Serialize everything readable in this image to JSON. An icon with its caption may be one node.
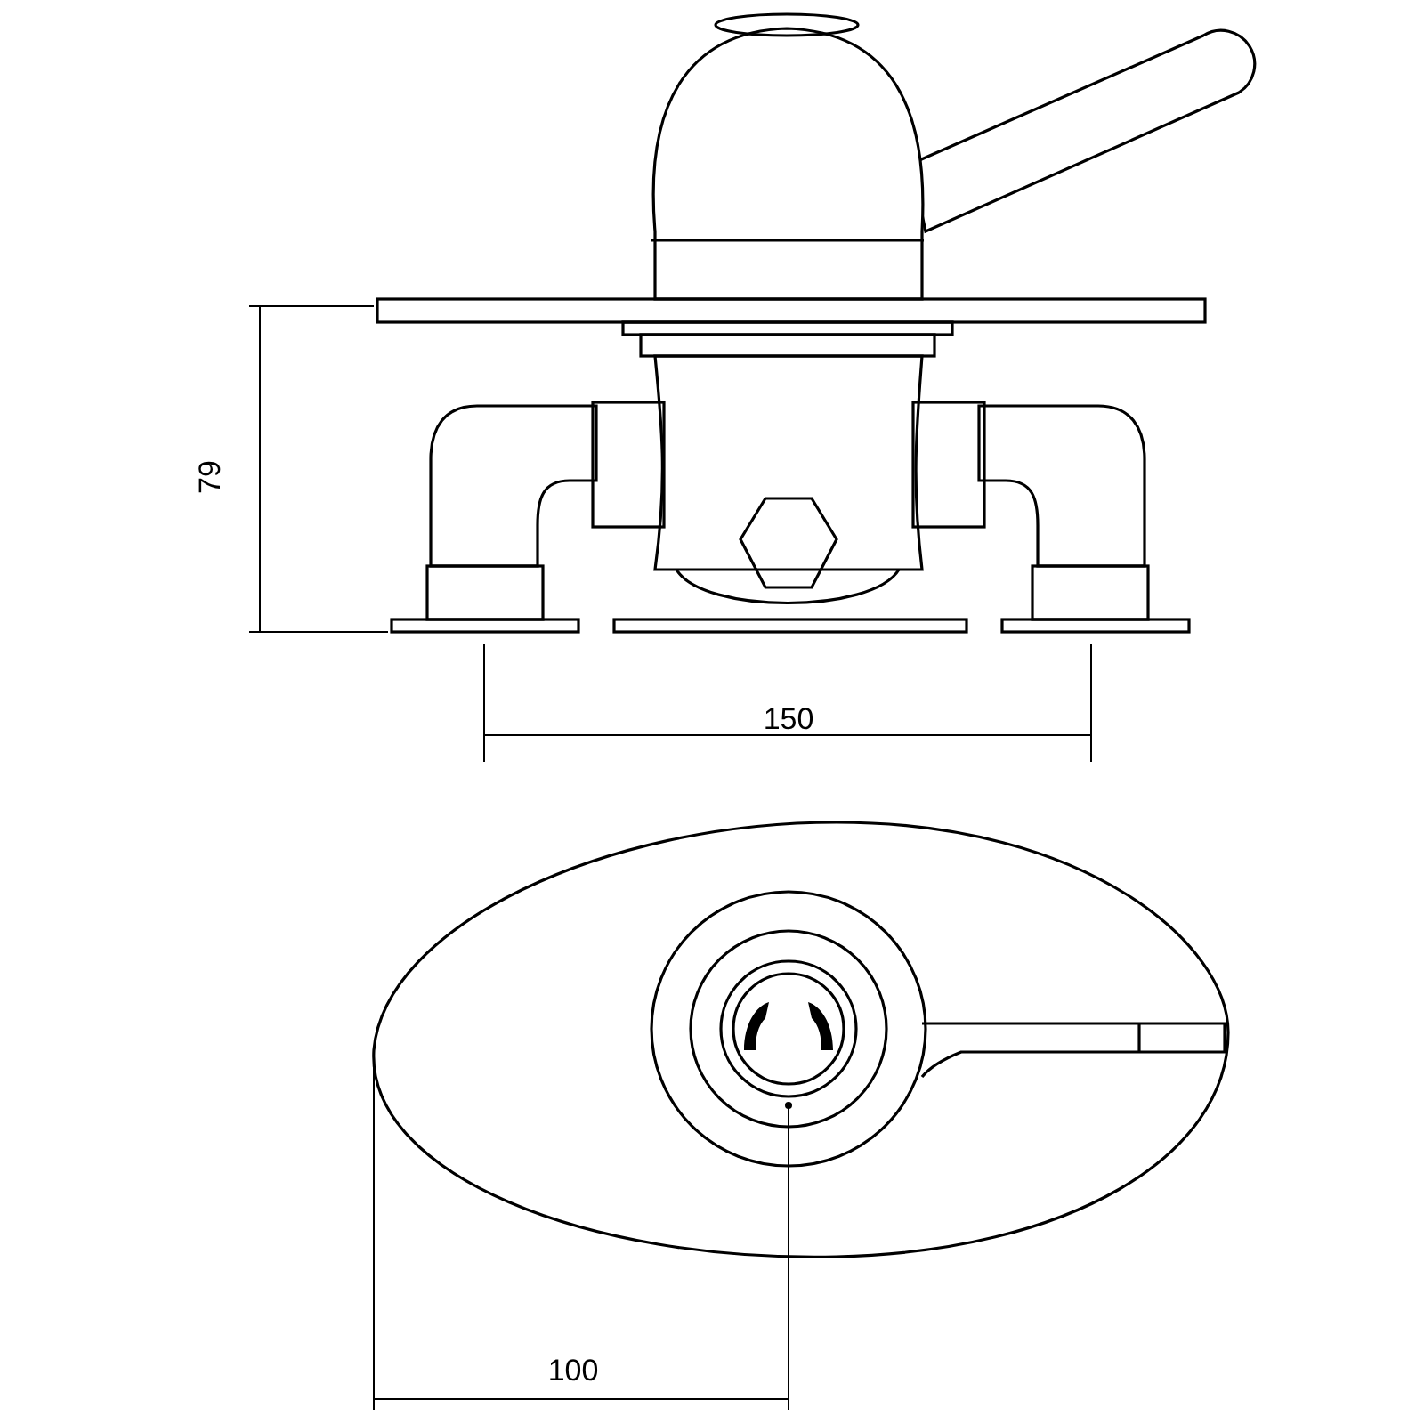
{
  "diagram": {
    "labels": [
      "79",
      "150",
      "100"
    ]
  }
}
